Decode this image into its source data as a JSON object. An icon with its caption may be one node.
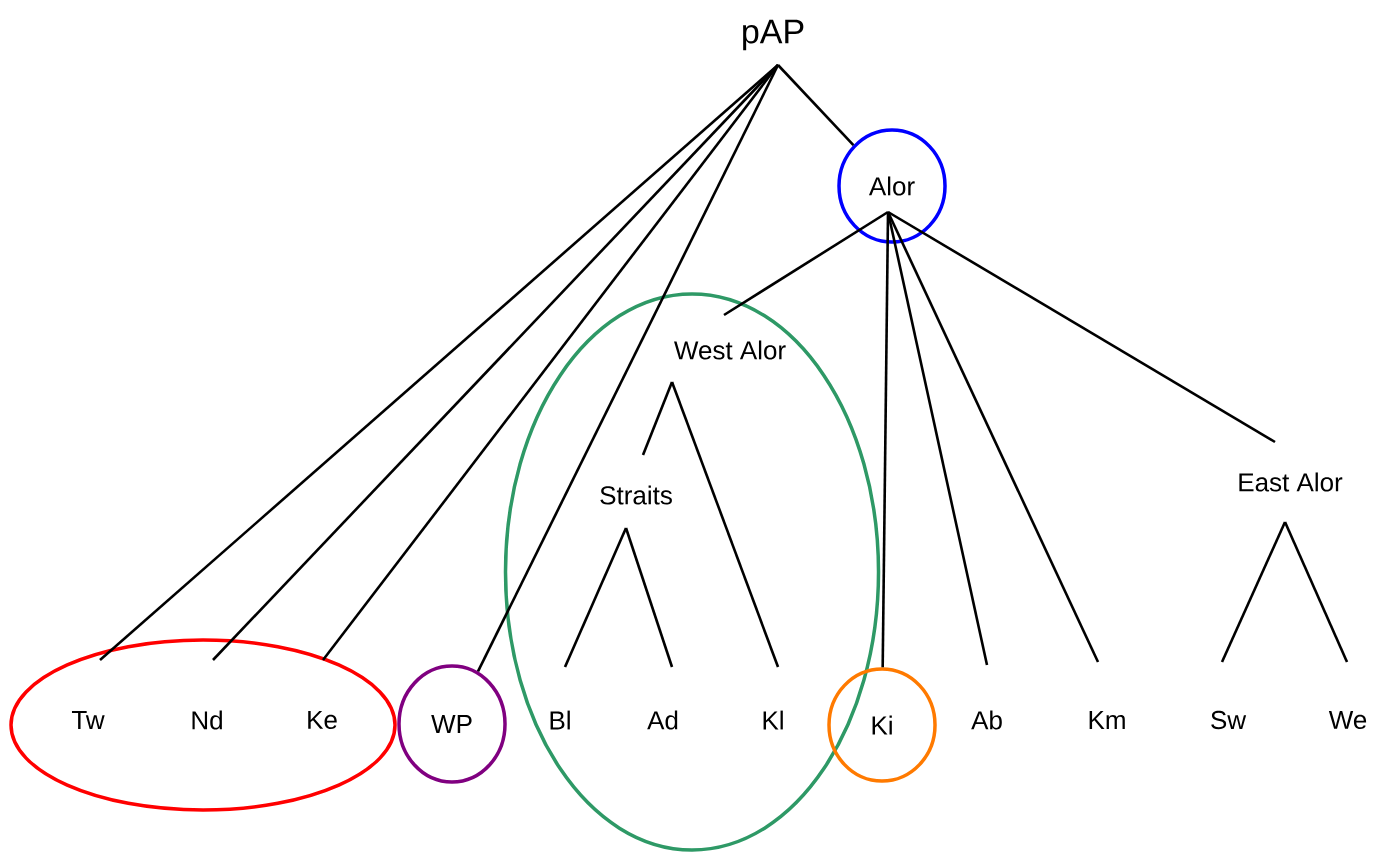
{
  "diagram": {
    "nodes": [
      {
        "text": [
          "pAP"
        ]
      },
      {
        "text": [
          "Alor"
        ]
      },
      {
        "text": [],
        "shape": "ellipse"
      },
      {
        "text": [
          "West Alor"
        ],
        "in": 2
      },
      {
        "text": [
          "Straits"
        ],
        "in": 2
      },
      {
        "text": [
          "East Alor"
        ]
      },
      {
        "text": [],
        "shape": "ellipse"
      },
      {
        "text": [
          "Tw"
        ],
        "in": 6
      },
      {
        "text": [
          "Nd"
        ],
        "in": 6
      },
      {
        "text": [
          "Ke"
        ],
        "in": 6
      },
      {
        "text": [
          "WP"
        ]
      },
      {
        "text": [
          "Bl"
        ],
        "in": 2
      },
      {
        "text": [
          "Ad"
        ],
        "in": 2
      },
      {
        "text": [
          "Kl"
        ],
        "in": 2
      },
      {
        "text": [
          "Ki"
        ]
      },
      {
        "text": [
          "Ab"
        ]
      },
      {
        "text": [
          "Km"
        ]
      },
      {
        "text": [
          "Sw"
        ]
      },
      {
        "text": [
          "We"
        ]
      }
    ],
    "edges": [
      {
        "from": 0,
        "to": 1,
        "arrow": "none"
      },
      {
        "from": 0,
        "to": 7,
        "arrow": "none"
      },
      {
        "from": 0,
        "to": 8,
        "arrow": "none"
      },
      {
        "from": 0,
        "to": 9,
        "arrow": "none"
      },
      {
        "from": 0,
        "to": 10,
        "arrow": "none"
      },
      {
        "from": 1,
        "to": 3,
        "arrow": "none"
      },
      {
        "from": 1,
        "to": 14,
        "arrow": "none"
      },
      {
        "from": 1,
        "to": 15,
        "arrow": "none"
      },
      {
        "from": 1,
        "to": 16,
        "arrow": "none"
      },
      {
        "from": 1,
        "to": 5,
        "arrow": "none"
      },
      {
        "from": 3,
        "to": 4,
        "arrow": "none"
      },
      {
        "from": 3,
        "to": 13,
        "arrow": "none"
      },
      {
        "from": 4,
        "to": 11,
        "arrow": "none"
      },
      {
        "from": 4,
        "to": 12,
        "arrow": "none"
      },
      {
        "from": 5,
        "to": 17,
        "arrow": "none"
      },
      {
        "from": 5,
        "to": 18,
        "arrow": "none"
      }
    ]
  }
}
